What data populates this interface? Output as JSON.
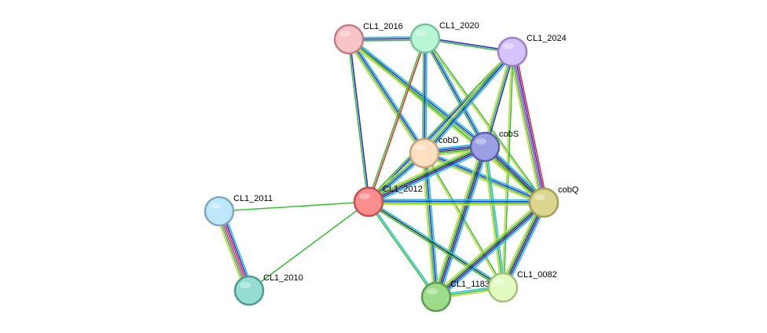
{
  "nodes": [
    {
      "id": "CL1_2016",
      "label": "CL1_2016",
      "fill": "#f7c3c6",
      "stroke": "#c07e82"
    },
    {
      "id": "CL1_2020",
      "label": "CL1_2020",
      "fill": "#b8f5d4",
      "stroke": "#74c49b"
    },
    {
      "id": "CL1_2024",
      "label": "CL1_2024",
      "fill": "#d7c3fb",
      "stroke": "#9a7fcf"
    },
    {
      "id": "cobD",
      "label": "cobD",
      "fill": "#fde0c0",
      "stroke": "#cca37a"
    },
    {
      "id": "cobS",
      "label": "cobS",
      "fill": "#9aa0e2",
      "stroke": "#5a60a8"
    },
    {
      "id": "CL1_2012",
      "label": "CL1_2012",
      "fill": "#fa8e8e",
      "stroke": "#c44f52"
    },
    {
      "id": "cobQ",
      "label": "cobQ",
      "fill": "#dbd68e",
      "stroke": "#a5a057"
    },
    {
      "id": "CL1_2011",
      "label": "CL1_2011",
      "fill": "#bfe7fb",
      "stroke": "#7ea6bd"
    },
    {
      "id": "CL1_2010",
      "label": "CL1_2010",
      "fill": "#95ddd3",
      "stroke": "#4f9b90"
    },
    {
      "id": "CL1_1183",
      "label": "CL1_1183",
      "fill": "#9edc8a",
      "stroke": "#5c9d4c"
    },
    {
      "id": "CL1_0082",
      "label": "CL1_0082",
      "fill": "#e2fbc0",
      "stroke": "#a4c07c"
    }
  ],
  "edge_colors": {
    "cyan": "#21c3e0",
    "blue": "#2d2bd6",
    "green": "#3cbe3c",
    "yellow": "#c8d84a",
    "black": "#333333",
    "red": "#e03030",
    "purple": "#b040c0"
  },
  "edges": [
    {
      "source": "CL1_2016",
      "target": "CL1_2020",
      "colors": [
        "cyan",
        "blue",
        "green"
      ]
    },
    {
      "source": "CL1_2016",
      "target": "CL1_2012",
      "colors": [
        "blue",
        "green"
      ]
    },
    {
      "source": "CL1_2016",
      "target": "cobD",
      "colors": [
        "cyan",
        "blue",
        "green",
        "yellow"
      ]
    },
    {
      "source": "CL1_2016",
      "target": "cobS",
      "colors": [
        "cyan",
        "blue",
        "green",
        "yellow"
      ]
    },
    {
      "source": "CL1_2016",
      "target": "cobQ",
      "colors": [
        "green",
        "yellow"
      ]
    },
    {
      "source": "CL1_2020",
      "target": "CL1_2024",
      "colors": [
        "blue",
        "green"
      ]
    },
    {
      "source": "CL1_2020",
      "target": "CL1_2012",
      "colors": [
        "red",
        "green"
      ]
    },
    {
      "source": "CL1_2020",
      "target": "cobD",
      "colors": [
        "cyan",
        "blue",
        "green"
      ]
    },
    {
      "source": "CL1_2020",
      "target": "cobS",
      "colors": [
        "cyan",
        "blue",
        "green"
      ]
    },
    {
      "source": "CL1_2020",
      "target": "cobQ",
      "colors": [
        "green",
        "yellow"
      ]
    },
    {
      "source": "CL1_2024",
      "target": "CL1_2012",
      "colors": [
        "cyan",
        "blue",
        "green"
      ]
    },
    {
      "source": "CL1_2024",
      "target": "cobD",
      "colors": [
        "cyan",
        "blue",
        "green",
        "yellow"
      ]
    },
    {
      "source": "CL1_2024",
      "target": "cobS",
      "colors": [
        "blue",
        "green",
        "yellow"
      ]
    },
    {
      "source": "CL1_2024",
      "target": "cobQ",
      "colors": [
        "red",
        "blue",
        "purple",
        "green",
        "yellow"
      ]
    },
    {
      "source": "CL1_2024",
      "target": "CL1_0082",
      "colors": [
        "green",
        "yellow"
      ]
    },
    {
      "source": "cobD",
      "target": "cobS",
      "colors": [
        "cyan",
        "blue",
        "black",
        "green",
        "yellow"
      ]
    },
    {
      "source": "cobD",
      "target": "CL1_2012",
      "colors": [
        "cyan",
        "blue",
        "green",
        "yellow"
      ]
    },
    {
      "source": "cobD",
      "target": "cobQ",
      "colors": [
        "cyan",
        "blue",
        "green",
        "yellow"
      ]
    },
    {
      "source": "cobD",
      "target": "CL1_1183",
      "colors": [
        "cyan",
        "blue",
        "green",
        "yellow"
      ]
    },
    {
      "source": "cobD",
      "target": "CL1_0082",
      "colors": [
        "green",
        "yellow"
      ]
    },
    {
      "source": "cobS",
      "target": "CL1_2012",
      "colors": [
        "cyan",
        "blue",
        "black",
        "green",
        "yellow"
      ]
    },
    {
      "source": "cobS",
      "target": "cobQ",
      "colors": [
        "cyan",
        "blue",
        "black",
        "green",
        "yellow"
      ]
    },
    {
      "source": "cobS",
      "target": "CL1_1183",
      "colors": [
        "cyan",
        "blue",
        "black",
        "green",
        "yellow"
      ]
    },
    {
      "source": "cobS",
      "target": "CL1_0082",
      "colors": [
        "cyan",
        "green",
        "yellow"
      ]
    },
    {
      "source": "CL1_2012",
      "target": "cobQ",
      "colors": [
        "cyan",
        "blue",
        "green",
        "yellow"
      ]
    },
    {
      "source": "CL1_2012",
      "target": "CL1_1183",
      "colors": [
        "cyan",
        "green"
      ]
    },
    {
      "source": "CL1_2012",
      "target": "CL1_0082",
      "colors": [
        "cyan",
        "black",
        "green"
      ]
    },
    {
      "source": "CL1_2012",
      "target": "CL1_2011",
      "colors": [
        "green"
      ]
    },
    {
      "source": "CL1_2012",
      "target": "CL1_2010",
      "colors": [
        "green"
      ]
    },
    {
      "source": "cobQ",
      "target": "CL1_1183",
      "colors": [
        "cyan",
        "blue",
        "black",
        "green",
        "yellow"
      ]
    },
    {
      "source": "cobQ",
      "target": "CL1_0082",
      "colors": [
        "cyan",
        "blue",
        "black",
        "green",
        "yellow"
      ]
    },
    {
      "source": "CL1_1183",
      "target": "CL1_0082",
      "colors": [
        "cyan",
        "green",
        "yellow"
      ]
    },
    {
      "source": "CL1_2011",
      "target": "CL1_2010",
      "colors": [
        "cyan",
        "blue",
        "red",
        "purple",
        "green",
        "yellow"
      ]
    }
  ]
}
